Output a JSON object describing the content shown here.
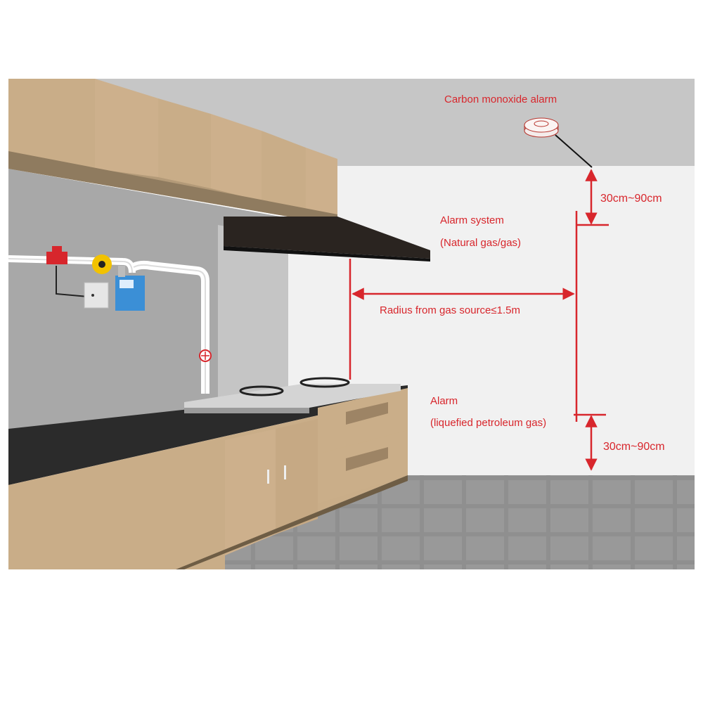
{
  "labels": {
    "co_alarm": "Carbon monoxide alarm",
    "top_distance": "30cm~90cm",
    "alarm_system_line1": "Alarm system",
    "alarm_system_line2": "(Natural gas/gas)",
    "radius": "Radius from gas source≤1.5m",
    "alarm_line1": "Alarm",
    "alarm_line2": "(liquefied petroleum gas)",
    "bottom_distance": "30cm~90cm"
  },
  "colors": {
    "annotation": "#d8262c",
    "cabinet": "#c9ad88",
    "countertop": "#2b2b2b",
    "hood": "#2a2420",
    "wall_back": "#f0f0f0",
    "wall_grey": "#a9a9a9",
    "ceiling": "#c4c4c4",
    "floor": "#8f8f8f",
    "gas_meter": "#3b8fd6",
    "valve": "#f2c200"
  },
  "icons": {
    "co_alarm": "smoke-detector-icon",
    "gas_meter": "gas-meter-icon",
    "valve": "gas-valve-icon",
    "switch": "electrical-outlet-icon"
  }
}
